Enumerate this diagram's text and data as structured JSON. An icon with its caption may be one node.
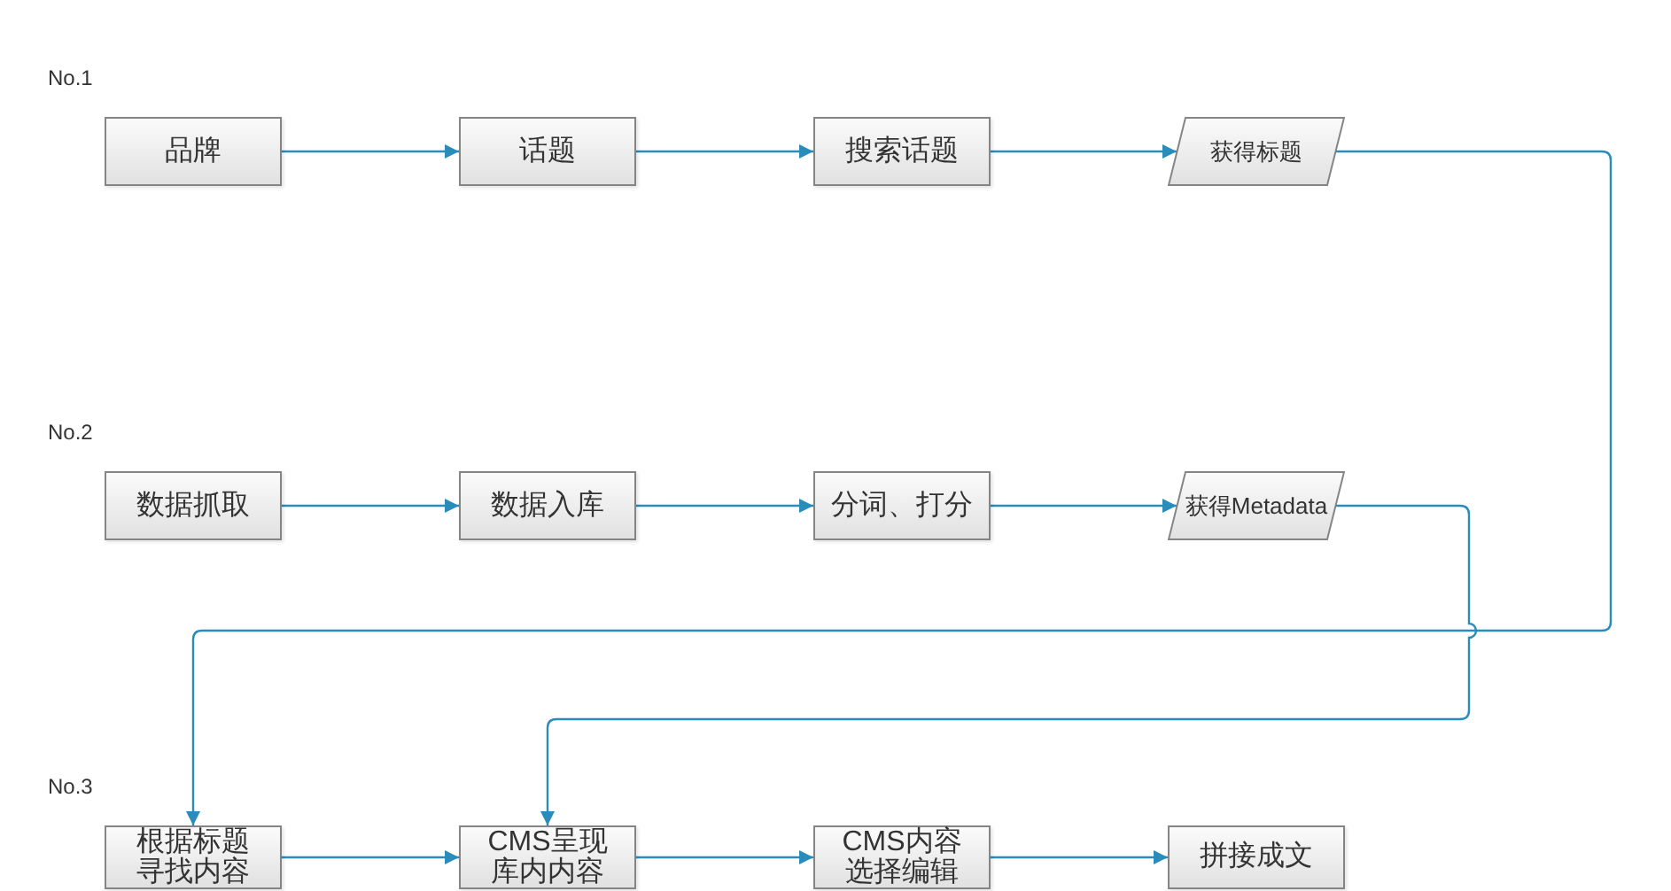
{
  "diagram": {
    "nodes": [
      {
        "text": [
          "品牌"
        ]
      },
      {
        "text": [
          "话题"
        ]
      },
      {
        "text": [
          "搜索话题"
        ]
      },
      {
        "text": [
          "获得标题"
        ]
      },
      {
        "text": [
          "数据抓取"
        ]
      },
      {
        "text": [
          "数据入库"
        ]
      },
      {
        "text": [
          "分词、打分"
        ]
      },
      {
        "text": [
          "获得Metadata"
        ]
      },
      {
        "text": [
          "根据标题寻找内容"
        ]
      },
      {
        "text": [
          "CMS呈现库内内容"
        ]
      },
      {
        "text": [
          "CMS内容选择编辑"
        ]
      },
      {
        "text": [
          "拼接成文"
        ]
      }
    ],
    "edges": [
      {
        "from": 0,
        "to": 1,
        "arrow": "to"
      },
      {
        "from": 1,
        "to": 2,
        "arrow": "to"
      },
      {
        "from": 2,
        "to": 3,
        "arrow": "to"
      },
      {
        "from": 3,
        "to": 8,
        "arrow": "to"
      },
      {
        "from": 4,
        "to": 5,
        "arrow": "to"
      },
      {
        "from": 5,
        "to": 6,
        "arrow": "to"
      },
      {
        "from": 6,
        "to": 7,
        "arrow": "to"
      },
      {
        "from": 7,
        "to": 9,
        "arrow": "to"
      },
      {
        "from": 8,
        "to": 9,
        "arrow": "to"
      },
      {
        "from": 9,
        "to": 10,
        "arrow": "to"
      },
      {
        "from": 10,
        "to": 11,
        "arrow": "to"
      }
    ],
    "labels": [
      "No.1",
      "No.2",
      "No.3"
    ]
  }
}
